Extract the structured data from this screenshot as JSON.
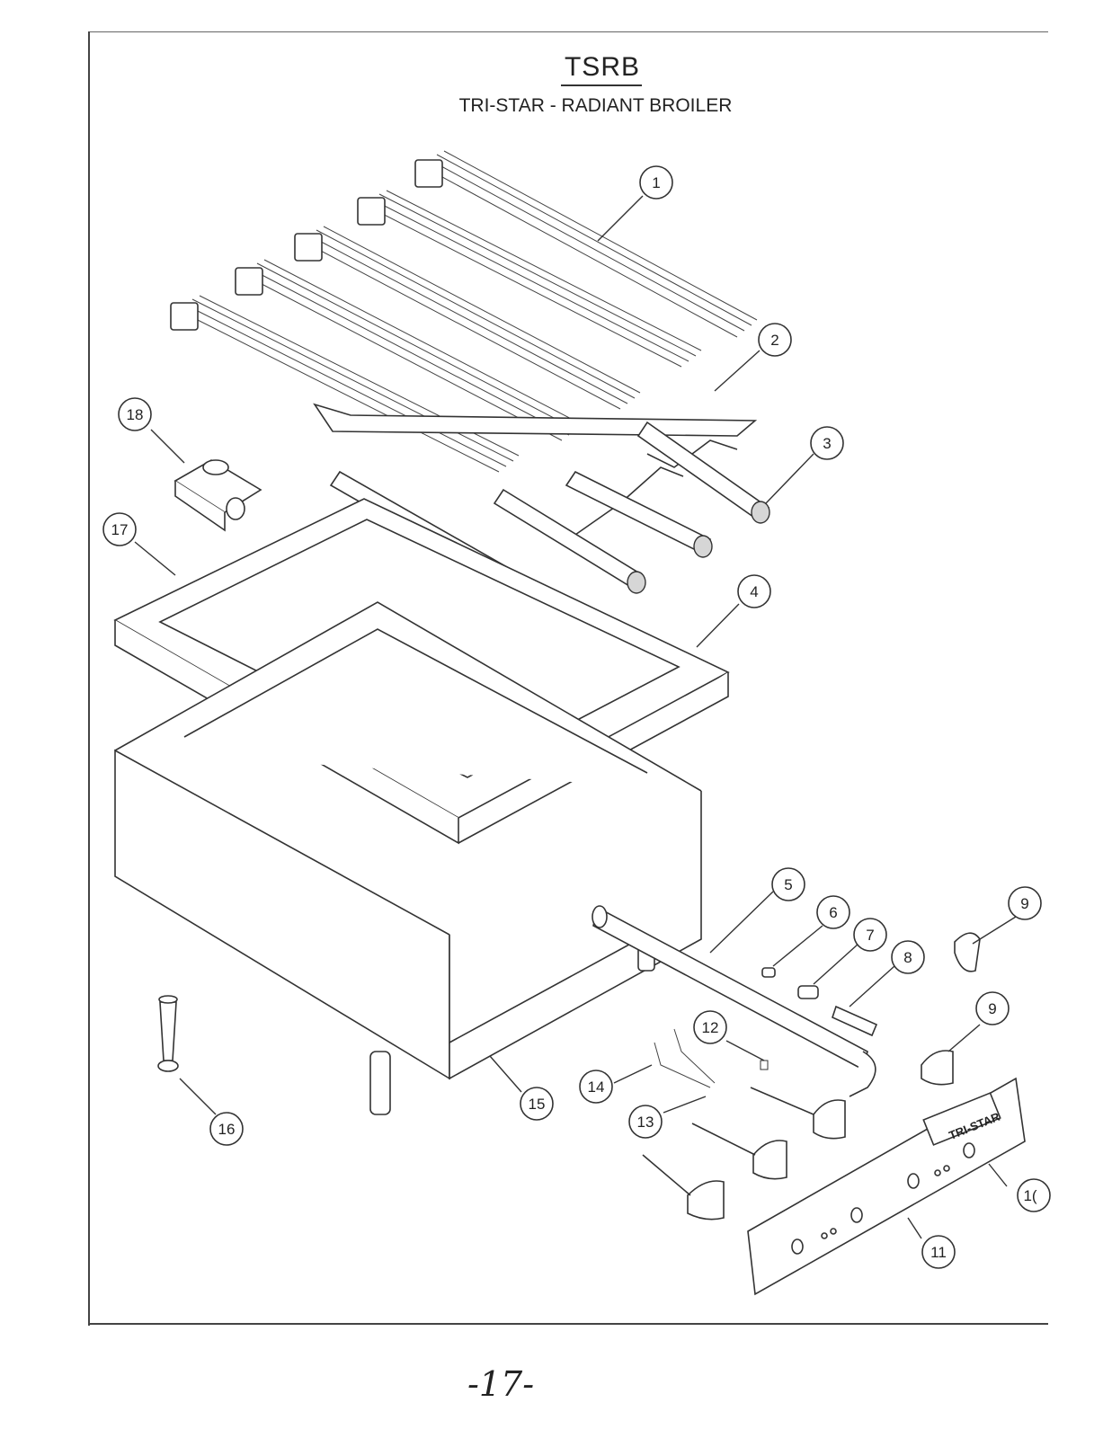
{
  "header": {
    "title": "TSRB",
    "subtitle": "TRI-STAR - RADIANT BROILER"
  },
  "callouts": [
    "1",
    "2",
    "3",
    "4",
    "5",
    "6",
    "7",
    "8",
    "9",
    "9",
    "1(",
    "11",
    "12",
    "13",
    "14",
    "15",
    "16",
    "17",
    "18"
  ],
  "panel": {
    "logo_text": "TRI-STAR"
  },
  "footer": {
    "page_number": "-17-"
  }
}
